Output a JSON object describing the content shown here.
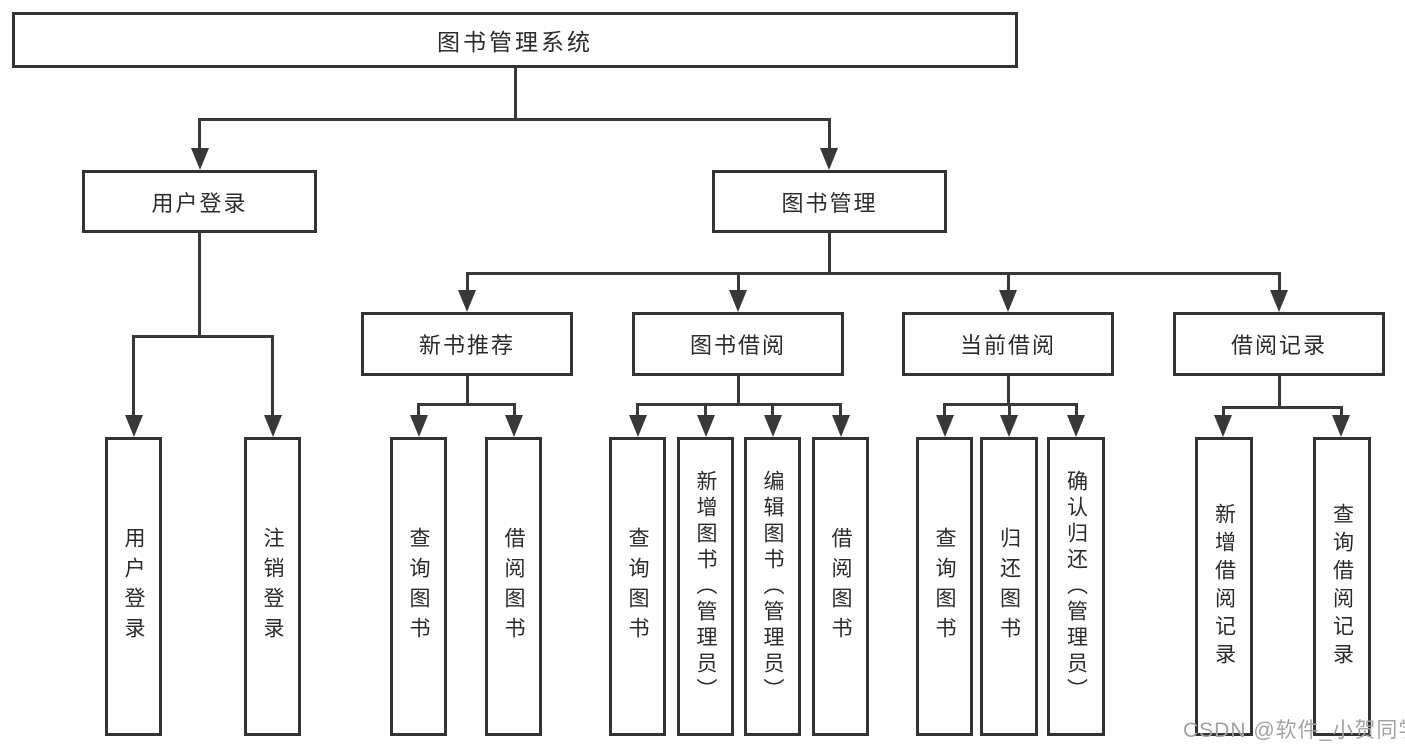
{
  "tree": {
    "root": {
      "label": "图书管理系统"
    },
    "branches": [
      {
        "label": "用户登录",
        "children": [
          {
            "label": "用户登录"
          },
          {
            "label": "注销登录"
          }
        ]
      },
      {
        "label": "图书管理",
        "sections": [
          {
            "label": "新书推荐",
            "children": [
              {
                "label": "查询图书"
              },
              {
                "label": "借阅图书"
              }
            ]
          },
          {
            "label": "图书借阅",
            "children": [
              {
                "label": "查询图书"
              },
              {
                "label": "新增图书（管理员）"
              },
              {
                "label": "编辑图书（管理员）"
              },
              {
                "label": "借阅图书"
              }
            ]
          },
          {
            "label": "当前借阅",
            "children": [
              {
                "label": "查询图书"
              },
              {
                "label": "归还图书"
              },
              {
                "label": "确认归还（管理员）"
              }
            ]
          },
          {
            "label": "借阅记录",
            "children": [
              {
                "label": "新增借阅记录"
              },
              {
                "label": "查询借阅记录"
              }
            ]
          }
        ]
      }
    ]
  },
  "watermark": {
    "text": "CSDN @软件_小贺同学"
  },
  "colors": {
    "line": "#383838",
    "box_border": "#333333",
    "text": "#2b2b2b",
    "watermark": "#a3a3a3",
    "background": "#ffffff"
  }
}
